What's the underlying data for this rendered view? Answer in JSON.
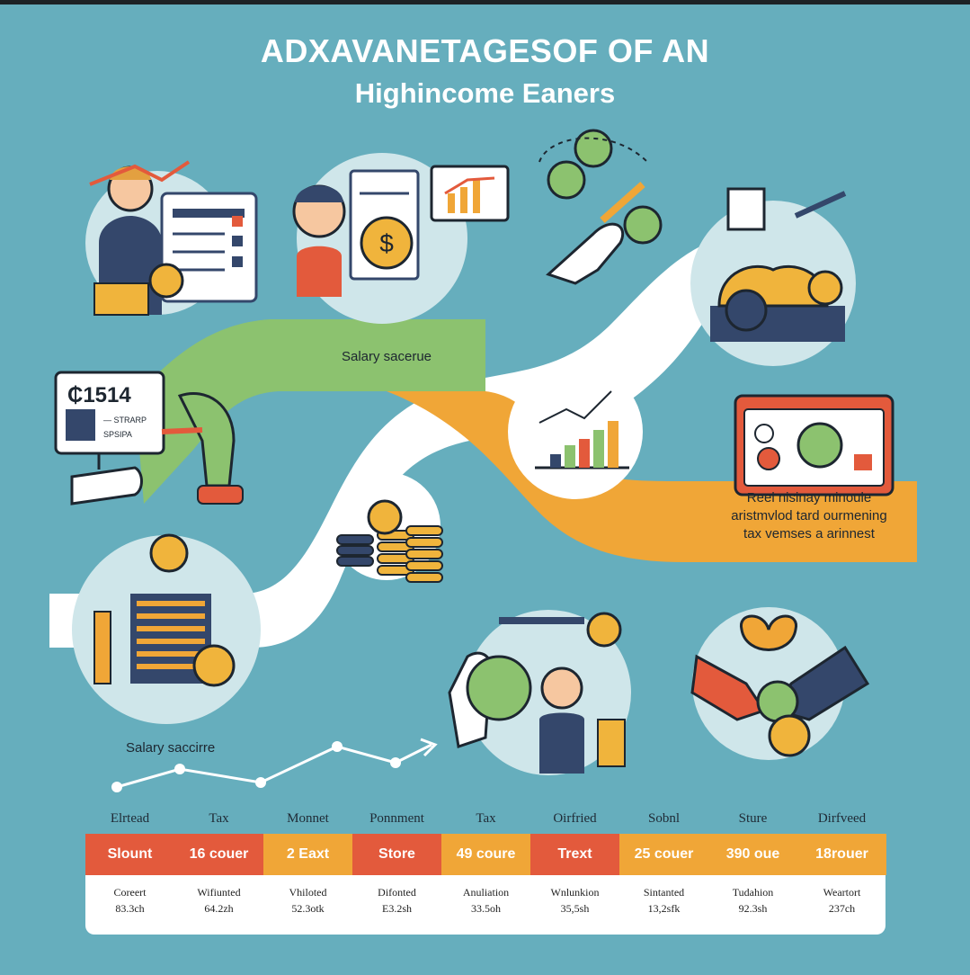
{
  "title": {
    "line1": "ADXAVANETAGESOF OF AN",
    "line2": "Highincome Eaners"
  },
  "labels": {
    "salary_upper": "Salary sacerue",
    "salary_lower": "Salary saccirre",
    "orange_line1": "Reel nisinay minoule",
    "orange_line2": "aristmvlod tard ourmening",
    "orange_line3": "tax vemses a arinnest",
    "check_sign": "₵1514",
    "check_line1": "— STRARP",
    "check_line2": "SPSIPA"
  },
  "table": {
    "columns": [
      {
        "header": "Elrtead",
        "value": "Slount",
        "color": "#e35a3c",
        "desc": "Coreert",
        "amount": "83.3ch"
      },
      {
        "header": "Tax",
        "value": "16 couer",
        "color": "#e35a3c",
        "desc": "Wifiunted",
        "amount": "64.2zh"
      },
      {
        "header": "Monnet",
        "value": "2 Eaxt",
        "color": "#f0a637",
        "desc": "Vhiloted",
        "amount": "52.3otk"
      },
      {
        "header": "Ponnment",
        "value": "Store",
        "color": "#e35a3c",
        "desc": "Difonted",
        "amount": "E3.2sh"
      },
      {
        "header": "Tax",
        "value": "49 coure",
        "color": "#f0a637",
        "desc": "Anuliation",
        "amount": "33.5oh"
      },
      {
        "header": "Oirfried",
        "value": "Trext",
        "color": "#e35a3c",
        "desc": "Wnlunkion",
        "amount": "35,5sh"
      },
      {
        "header": "Sobnl",
        "value": "25 couer",
        "color": "#f0a637",
        "desc": "Sintanted",
        "amount": "13,2sfk"
      },
      {
        "header": "Sture",
        "value": "390 oue",
        "color": "#f0a637",
        "desc": "Tudahion",
        "amount": "92.3sh"
      },
      {
        "header": "Dirfveed",
        "value": "18rouer",
        "color": "#f0a637",
        "desc": "Weartort",
        "amount": "237ch"
      }
    ]
  },
  "colors": {
    "background": "#66aebd",
    "orange": "#f0a637",
    "red": "#e35a3c",
    "green": "#8cc26f",
    "navy": "#34476b",
    "coin": "#f0b43c"
  }
}
